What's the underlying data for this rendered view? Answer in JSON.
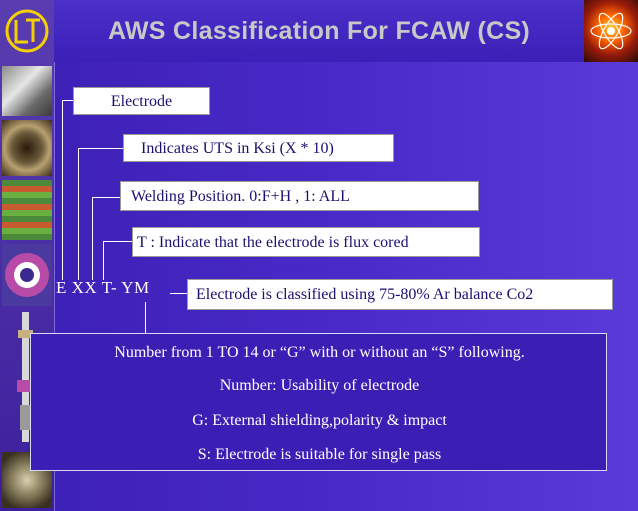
{
  "slide": {
    "title": "AWS Classification For FCAW (CS)"
  },
  "labels": {
    "electrode": "Electrode",
    "uts": "Indicates UTS in Ksi (X * 10)",
    "position": "Welding Position. 0:F+H , 1: ALL",
    "flux": "T : Indicate that the electrode is flux cored",
    "gas": "Electrode is classified using 75-80% Ar balance Co2"
  },
  "code": "E XX T- YM",
  "details": [
    "Number from 1 TO 14 or “G” with or without an “S” following.",
    "Number: Usability of electrode",
    "G: External shielding,polarity & impact",
    "S: Electrode is suitable for single pass"
  ],
  "icons": {
    "left_logo": "lt-logo-icon",
    "right_logo": "atom-icon"
  }
}
